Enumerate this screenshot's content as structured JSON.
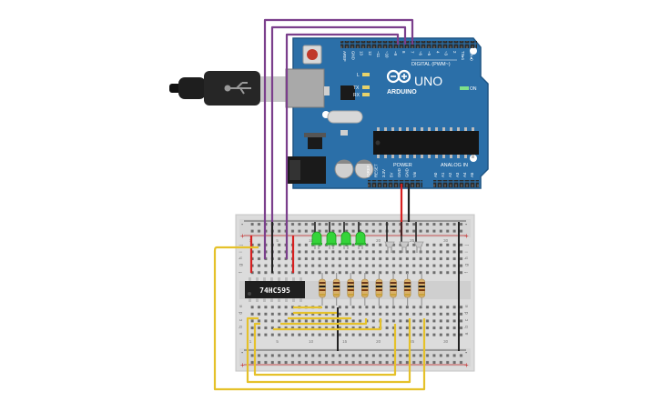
{
  "board": {
    "brand": "ARDUINO",
    "model": "UNO",
    "digital_header": "DIGITAL (PWM~)",
    "power_header": "POWER",
    "analog_header": "ANALOG IN",
    "on_label": "ON",
    "led_l": "L",
    "led_tx": "TX",
    "led_rx": "RX",
    "pin_labels_top": [
      "AREF",
      "GND",
      "13",
      "12",
      "~11",
      "~10",
      "~9",
      "8",
      "7",
      "~6",
      "~5",
      "4",
      "~3",
      "2",
      "TX▸1",
      "RX◂0"
    ],
    "pin_labels_bottom": [
      "IOREF",
      "RESET",
      "3.3V",
      "5V",
      "GND",
      "GND",
      "Vin",
      "A0",
      "A1",
      "A2",
      "A3",
      "A4",
      "A5"
    ]
  },
  "chip": {
    "label": "74HC595"
  },
  "breadboard": {
    "rows_top": [
      "j",
      "i",
      "h",
      "g",
      "f"
    ],
    "rows_bottom": [
      "e",
      "d",
      "c",
      "b",
      "a"
    ],
    "column_numbers": [
      "1",
      "5",
      "10",
      "15",
      "20",
      "25",
      "30"
    ],
    "plus": "+",
    "minus": "-"
  },
  "colors": {
    "board": "#2b6fa8",
    "breadboard": "#dcdcdc",
    "wire_purple": "#7b3f8c",
    "wire_yellow": "#e5c12a",
    "wire_red": "#d62020",
    "wire_black": "#222222",
    "led_green": "#35d43a",
    "led_off": "#c9c9c9"
  },
  "leds": [
    {
      "color": "green",
      "lit": true
    },
    {
      "color": "green",
      "lit": true
    },
    {
      "color": "green",
      "lit": true
    },
    {
      "color": "green",
      "lit": true
    },
    {
      "color": "white",
      "lit": false
    },
    {
      "color": "white",
      "lit": false
    },
    {
      "color": "white",
      "lit": false
    },
    {
      "color": "white",
      "lit": false
    }
  ],
  "resistor_count": 8
}
